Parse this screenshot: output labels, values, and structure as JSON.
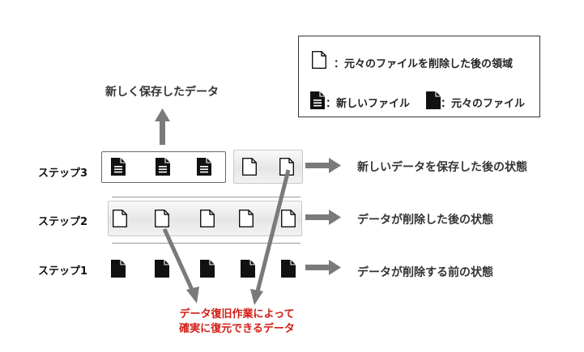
{
  "legend": {
    "outline_label": "：元々のファイルを削除した後の領域",
    "lined_label": "：新しいファイル",
    "solid_label": "：元々のファイル"
  },
  "steps": {
    "step3": "ステップ3",
    "step2": "ステップ2",
    "step1": "ステップ1"
  },
  "states": {
    "step3": "新しいデータを保存した後の状態",
    "step2": "データが削除した後の状態",
    "step1": "データが削除する前の状態"
  },
  "new_data_label": "新しく保存したデータ",
  "recovery_label": {
    "line1": "データ復旧作業によって",
    "line2": "確実に復元できるデータ"
  },
  "colors": {
    "arrow": "#7a7a7a",
    "recovery_text": "#d21c14",
    "icon_dark": "#111111"
  },
  "icons": {
    "outline": "file-outline-icon",
    "lined": "file-lined-icon",
    "solid": "file-solid-icon"
  }
}
